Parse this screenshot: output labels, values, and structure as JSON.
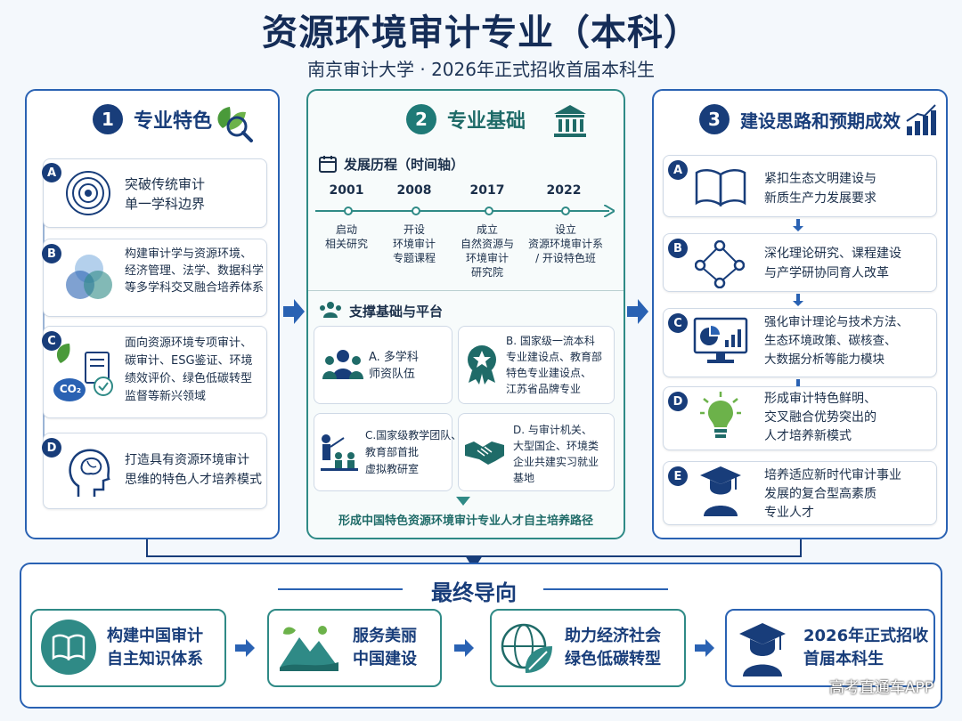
{
  "header": {
    "title": "资源环境审计专业（本科）",
    "subtitle": "南京审计大学 · 2026年正式招收首届本科生"
  },
  "col1": {
    "num": "1",
    "title": "专业特色",
    "items": [
      {
        "label": "A",
        "lines": [
          "突破传统审计",
          "单一学科边界"
        ]
      },
      {
        "label": "B",
        "lines": [
          "构建审计学与资源环境、",
          "经济管理、法学、数据科学",
          "等多学科交叉融合培养体系"
        ]
      },
      {
        "label": "C",
        "lines": [
          "面向资源环境专项审计、",
          "碳审计、ESG鉴证、环境",
          "绩效评价、绿色低碳转型",
          "监督等新兴领域"
        ],
        "icon_text": "CO₂"
      },
      {
        "label": "D",
        "lines": [
          "打造具有资源环境审计",
          "思维的特色人才培养模式"
        ]
      }
    ]
  },
  "col2": {
    "num": "2",
    "title": "专业基础",
    "timeline_title": "发展历程（时间轴）",
    "timeline": [
      {
        "year": "2001",
        "lines": [
          "启动",
          "相关研究"
        ]
      },
      {
        "year": "2008",
        "lines": [
          "开设",
          "环境审计",
          "专题课程"
        ]
      },
      {
        "year": "2017",
        "lines": [
          "成立",
          "自然资源与",
          "环境审计",
          "研究院"
        ]
      },
      {
        "year": "2022",
        "lines": [
          "设立",
          "资源环境审计系",
          "/ 开设特色班"
        ]
      }
    ],
    "platform_title": "支撑基础与平台",
    "platforms": [
      {
        "lines": [
          "A. 多学科",
          "师资队伍"
        ]
      },
      {
        "lines": [
          "B. 国家级一流本科",
          "专业建设点、教育部",
          "特色专业建设点、",
          "江苏省品牌专业"
        ]
      },
      {
        "lines": [
          "C.国家级教学团队、",
          "教育部首批",
          "虚拟教研室"
        ]
      },
      {
        "lines": [
          "D. 与审计机关、",
          "大型国企、环境类",
          "企业共建实习就业",
          "基地"
        ]
      }
    ],
    "footer": "形成中国特色资源环境审计专业人才自主培养路径"
  },
  "col3": {
    "num": "3",
    "title": "建设思路和预期成效",
    "items": [
      {
        "label": "A",
        "lines": [
          "紧扣生态文明建设与",
          "新质生产力发展要求"
        ]
      },
      {
        "label": "B",
        "lines": [
          "深化理论研究、课程建设",
          "与产学研协同育人改革"
        ]
      },
      {
        "label": "C",
        "lines": [
          "强化审计理论与技术方法、",
          "生态环境政策、碳核查、",
          "大数据分析等能力模块"
        ]
      },
      {
        "label": "D",
        "lines": [
          "形成审计特色鲜明、",
          "交叉融合优势突出的",
          "人才培养新模式"
        ]
      },
      {
        "label": "E",
        "lines": [
          "培养适应新时代审计事业",
          "发展的复合型高素质",
          "专业人才"
        ]
      }
    ]
  },
  "final": {
    "title": "最终导向",
    "items": [
      {
        "lines": [
          "构建中国审计",
          "自主知识体系"
        ]
      },
      {
        "lines": [
          "服务美丽",
          "中国建设"
        ]
      },
      {
        "lines": [
          "助力经济社会",
          "绿色低碳转型"
        ]
      },
      {
        "lines": [
          "2026年正式招收",
          "首届本科生"
        ]
      }
    ]
  },
  "watermark": "高考直通车APP",
  "colors": {
    "navy": "#183d7a",
    "teal": "#2f8a86",
    "blue": "#2a62b3",
    "green": "#4a9a3a"
  }
}
